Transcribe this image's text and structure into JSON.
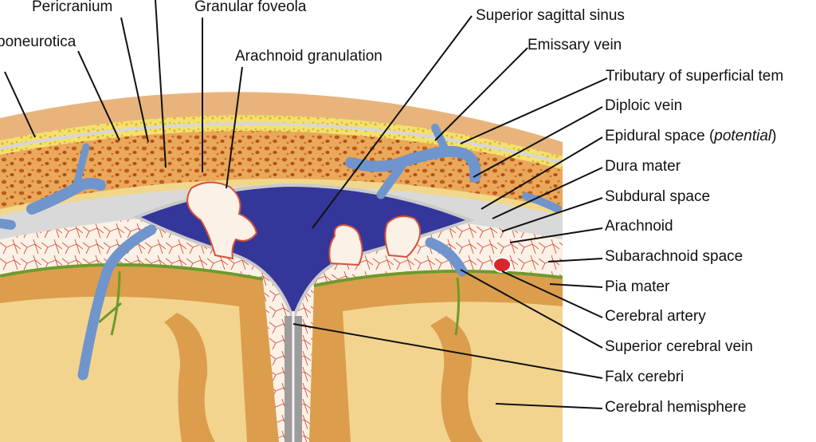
{
  "labels": {
    "pericranium": "Pericranium",
    "aponeurotica": "poneurotica",
    "granular_foveola": "Granular foveola",
    "arachnoid_granulation": "Arachnoid granulation",
    "superior_sagittal_sinus": "Superior sagittal sinus",
    "emissary_vein": "Emissary vein",
    "tributary_superficial_temporal": "Tributary of superficial tem",
    "diploic_vein": "Diploic vein",
    "epidural_space": "Epidural space (",
    "epidural_potential": "potential",
    "epidural_close": ")",
    "dura_mater": "Dura mater",
    "subdural_space": "Subdural space",
    "arachnoid": "Arachnoid",
    "subarachnoid_space": "Subarachnoid space",
    "pia_mater": "Pia mater",
    "cerebral_artery": "Cerebral artery",
    "superior_cerebral_vein": "Superior cerebral vein",
    "falx_cerebri": "Falx cerebri",
    "cerebral_hemisphere": "Cerebral hemisphere"
  },
  "colors": {
    "background": "#ffffff",
    "scalp": "#e9b47c",
    "aponeurosis_band": "#f0e27a",
    "skull_outer_table": "#f3d98c",
    "diploe": "#e9a85a",
    "diploe_spots": "#c0581c",
    "dura": "#d9d9d9",
    "sinus": "#35369a",
    "vein": "#6f95cc",
    "subarachnoid": "#fbf2e8",
    "arachnoid_vessels": "#d4513b",
    "pia": "#6e9a2b",
    "cortex": "#dc9e4c",
    "white_matter": "#f2d48f",
    "artery": "#d8262a",
    "leader_lines": "#111111"
  }
}
